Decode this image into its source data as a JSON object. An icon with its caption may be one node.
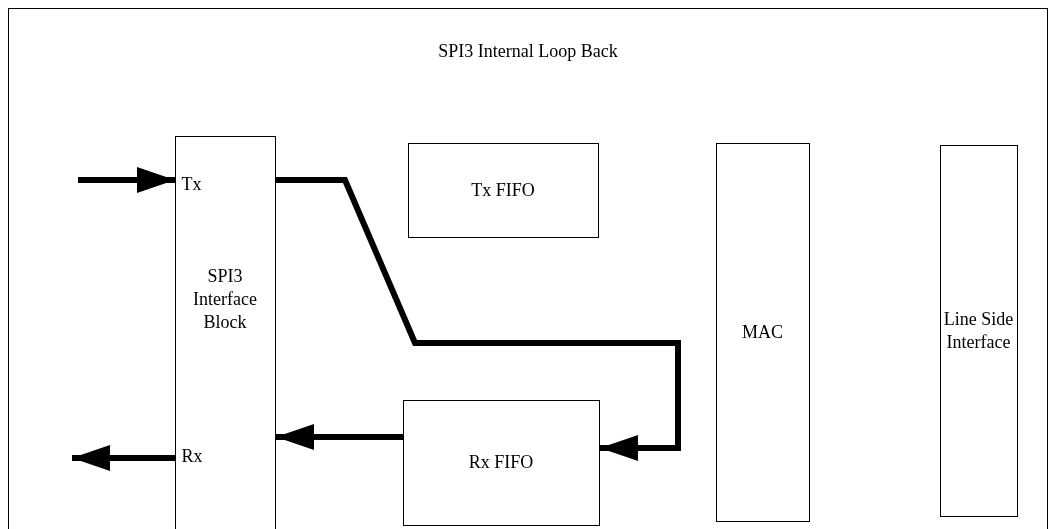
{
  "diagram": {
    "nodes": [
      {
        "text": [
          "SPI3 Internal Loop Back"
        ]
      },
      {
        "text": [
          "Tx",
          "SPI3 Interface Block",
          "Rx"
        ],
        "in": 0
      },
      {
        "text": [
          "Tx FIFO"
        ],
        "in": 0
      },
      {
        "text": [
          "Rx FIFO"
        ],
        "in": 0
      },
      {
        "text": [
          "MAC"
        ],
        "in": 0
      },
      {
        "text": [
          "Line Side Interface"
        ],
        "in": 0
      }
    ],
    "edges": [
      {
        "from": null,
        "to": 1,
        "arrow": "to"
      },
      {
        "from": 1,
        "to": 3,
        "arrow": "to"
      },
      {
        "from": 3,
        "to": 1,
        "arrow": "to"
      },
      {
        "from": 1,
        "to": null,
        "arrow": "to"
      }
    ]
  }
}
